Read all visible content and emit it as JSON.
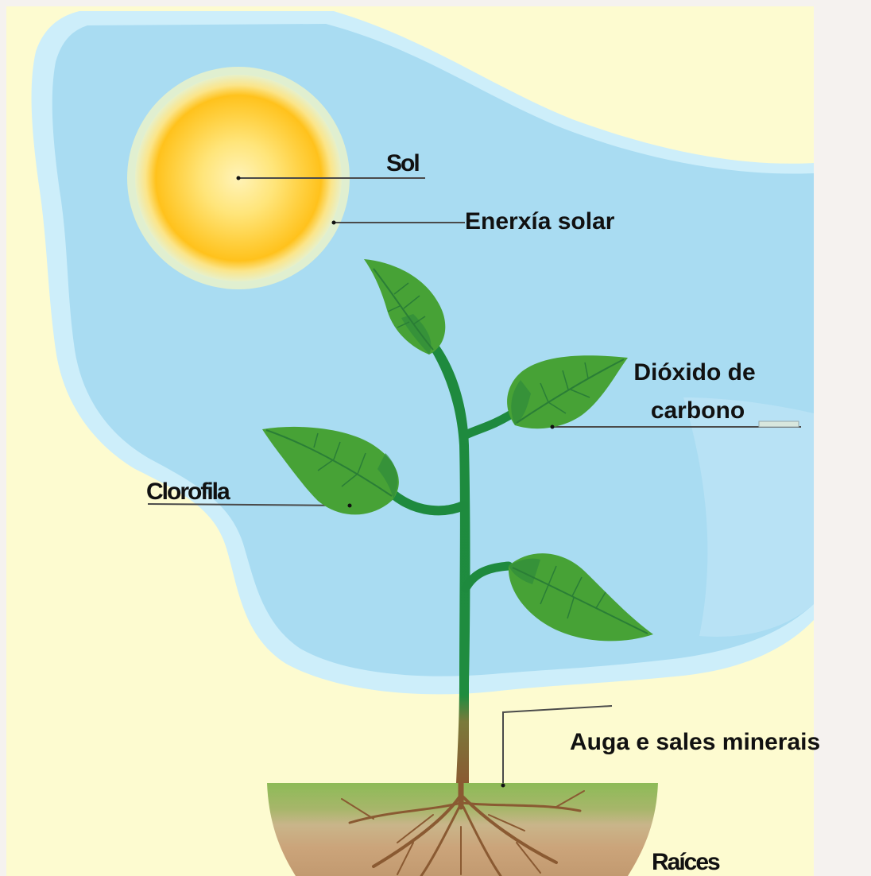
{
  "labels": {
    "sun": "Sol",
    "solar_energy": "Enerxía solar",
    "co2_line1": "Dióxido de",
    "co2_line2": "carbono",
    "chlorophyll": "Clorofila",
    "water_minerals": "Auga e sales minerais",
    "roots": "Raíces"
  },
  "colors": {
    "page_background": "#f5f2ef",
    "panel_background": "#fdfbd0",
    "sky": "#a9dcf2",
    "sky_halo": "#cdeefa",
    "sun_core": "#fff1a8",
    "sun_outer": "#ffc21c",
    "leaf": "#47a236",
    "stem": "#1e8a3e",
    "soil_top": "#8dbb57",
    "soil_lower": "#c7a57c",
    "root": "#8a5a32"
  }
}
